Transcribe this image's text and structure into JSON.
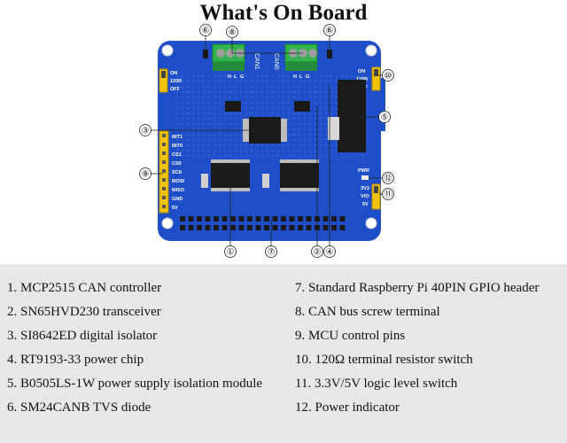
{
  "title": "What's On Board",
  "callouts": [
    "①",
    "②",
    "③",
    "④",
    "⑤",
    "⑥",
    "⑦",
    "⑧",
    "⑨",
    "⑩",
    "⑪",
    "⑫"
  ],
  "board_labels": {
    "can1": "CAN1",
    "can0": "CAN0",
    "hlg": [
      "H",
      "L",
      "G"
    ],
    "on": "ON",
    "r120": "120R",
    "off": "OFF",
    "left_pins": [
      "INT1",
      "INT0",
      "CS1",
      "CS0",
      "SCK",
      "MOSI",
      "MISO",
      "GND",
      "5V"
    ],
    "pwr": "PWR",
    "v33": "3V3",
    "vio": "VIO",
    "v5": "5V"
  },
  "legend": {
    "left": [
      "1. MCP2515 CAN controller",
      "2. SN65HVD230 transceiver",
      "3. SI8642ED digital isolator",
      "4. RT9193-33 power chip",
      "5. B0505LS-1W power supply isolation module",
      "6. SM24CANB TVS diode"
    ],
    "right": [
      "7. Standard Raspberry Pi 40PIN GPIO header",
      "8. CAN bus screw terminal",
      "9. MCU control pins",
      "10. 120Ω terminal resistor switch",
      "11. 3.3V/5V logic level switch",
      "12. Power indicator"
    ]
  },
  "colors": {
    "board": "#1f4fc8",
    "terminal": "#2fb54a",
    "header": "#f2c200",
    "chip": "#1a1a1a",
    "legend_bg": "#e7e7e7"
  }
}
